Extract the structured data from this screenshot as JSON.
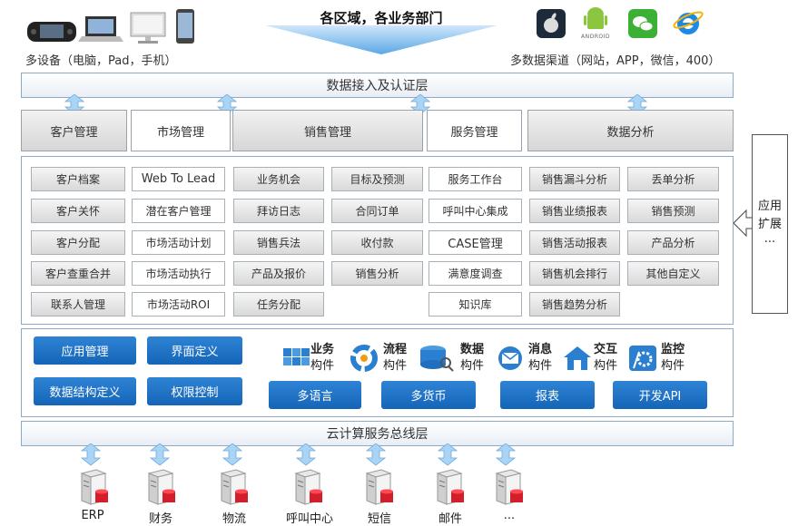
{
  "header": {
    "center_title": "各区域，各业务部门",
    "devices_label": "多设备（电脑，Pad，手机）",
    "channels_label": "多数据渠道（网站，APP，微信，400）",
    "android_text": "ANDROID"
  },
  "layers": {
    "access": "数据接入及认证层",
    "cloud": "云计算服务总线层"
  },
  "modules": [
    "客户管理",
    "市场管理",
    "销售管理",
    "服务管理",
    "数据分析"
  ],
  "columns": {
    "customer": [
      "客户档案",
      "客户关怀",
      "客户分配",
      "客户查重合并",
      "联系人管理"
    ],
    "market": [
      "Web To Lead",
      "潜在客户管理",
      "市场活动计划",
      "市场活动执行",
      "市场活动ROI"
    ],
    "sales_a": [
      "业务机会",
      "拜访日志",
      "销售兵法",
      "产品及报价",
      "任务分配"
    ],
    "sales_b": [
      "目标及预测",
      "合同订单",
      "收付款",
      "销售分析"
    ],
    "service": [
      "服务工作台",
      "呼叫中心集成",
      "CASE管理",
      "满意度调查",
      "知识库"
    ],
    "analysis_a": [
      "销售漏斗分析",
      "销售业绩报表",
      "销售活动报表",
      "销售机会排行",
      "销售趋势分析"
    ],
    "analysis_b": [
      "丢单分析",
      "销售预测",
      "产品分析",
      "其他自定义"
    ]
  },
  "extension": {
    "line1": "应用",
    "line2": "扩展",
    "line3": "..."
  },
  "platform": {
    "buttons_left": [
      "应用管理",
      "界面定义",
      "数据结构定义",
      "权限控制"
    ],
    "components": [
      {
        "line1": "业务",
        "line2": "构件",
        "icon": "cubes-icon"
      },
      {
        "line1": "流程",
        "line2": "构件",
        "icon": "cycle-icon"
      },
      {
        "line1": "数据",
        "line2": "构件",
        "icon": "database-icon"
      },
      {
        "line1": "消息",
        "line2": "构件",
        "icon": "mail-icon"
      },
      {
        "line1": "交互",
        "line2": "构件",
        "icon": "house-icon"
      },
      {
        "line1": "监控",
        "line2": "构件",
        "icon": "gear-icon"
      }
    ],
    "buttons_bottom": [
      "多语言",
      "多货币",
      "报表",
      "开发API"
    ]
  },
  "servers": [
    "ERP",
    "财务",
    "物流",
    "呼叫中心",
    "短信",
    "邮件",
    "..."
  ],
  "colors": {
    "accent": "#1a6fc4",
    "arrow_light": "#a9d4f5",
    "panel_border": "#8fa9c8"
  }
}
